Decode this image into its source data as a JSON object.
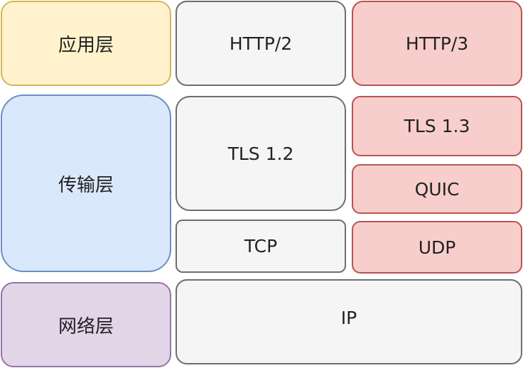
{
  "layers": {
    "application": "应用层",
    "transport": "传输层",
    "network": "网络层"
  },
  "http2_stack": {
    "application": "HTTP/2",
    "security": "TLS 1.2",
    "transport": "TCP"
  },
  "http3_stack": {
    "application": "HTTP/3",
    "security": "TLS 1.3",
    "multiplex": "QUIC",
    "transport": "UDP"
  },
  "shared": {
    "network": "IP"
  },
  "colors": {
    "application_layer_fill": "#fff2cc",
    "transport_layer_fill": "#dae8fc",
    "network_layer_fill": "#e1d5e7",
    "http2_stack_fill": "#f5f5f5",
    "http3_stack_fill": "#f8cecc"
  }
}
